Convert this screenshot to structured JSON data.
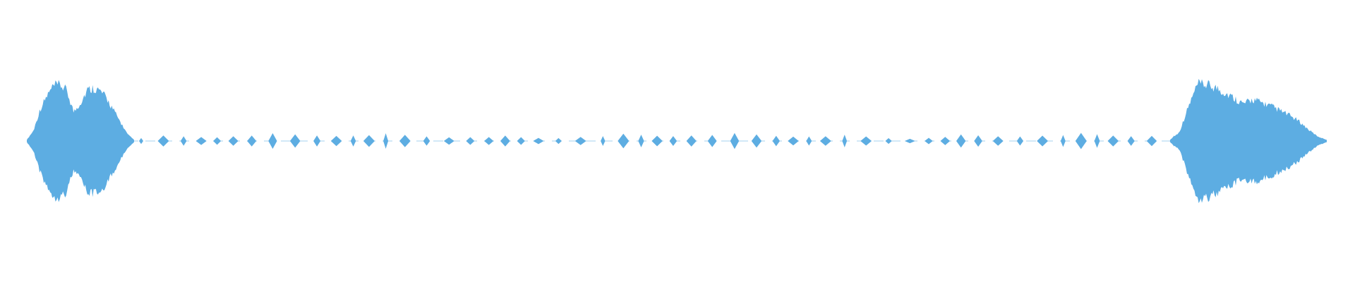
{
  "waveform": {
    "color": "#5dade2",
    "segments": [
      {
        "kind": "burst",
        "peaks": [
          0.02,
          0.18,
          0.55,
          0.78,
          0.95,
          0.97,
          0.86,
          0.5,
          0.66,
          0.88,
          0.92,
          0.86,
          0.72,
          0.52,
          0.32,
          0.12,
          0.02
        ]
      },
      {
        "kind": "dots",
        "items": [
          [
            0.08,
            0.012
          ],
          [
            0.11,
            0.02
          ],
          [
            0.13,
            0.015
          ],
          [
            0.16,
            0.01
          ],
          [
            0.19,
            0.008
          ],
          [
            0.22,
            0.01
          ]
        ]
      },
      {
        "kind": "burst",
        "peaks": [
          0.02,
          0.15,
          0.6,
          0.98,
          0.97,
          0.92,
          0.83,
          0.74,
          0.64,
          0.72,
          0.66,
          0.6,
          0.52,
          0.44,
          0.34,
          0.2,
          0.08,
          0.02
        ]
      }
    ]
  }
}
